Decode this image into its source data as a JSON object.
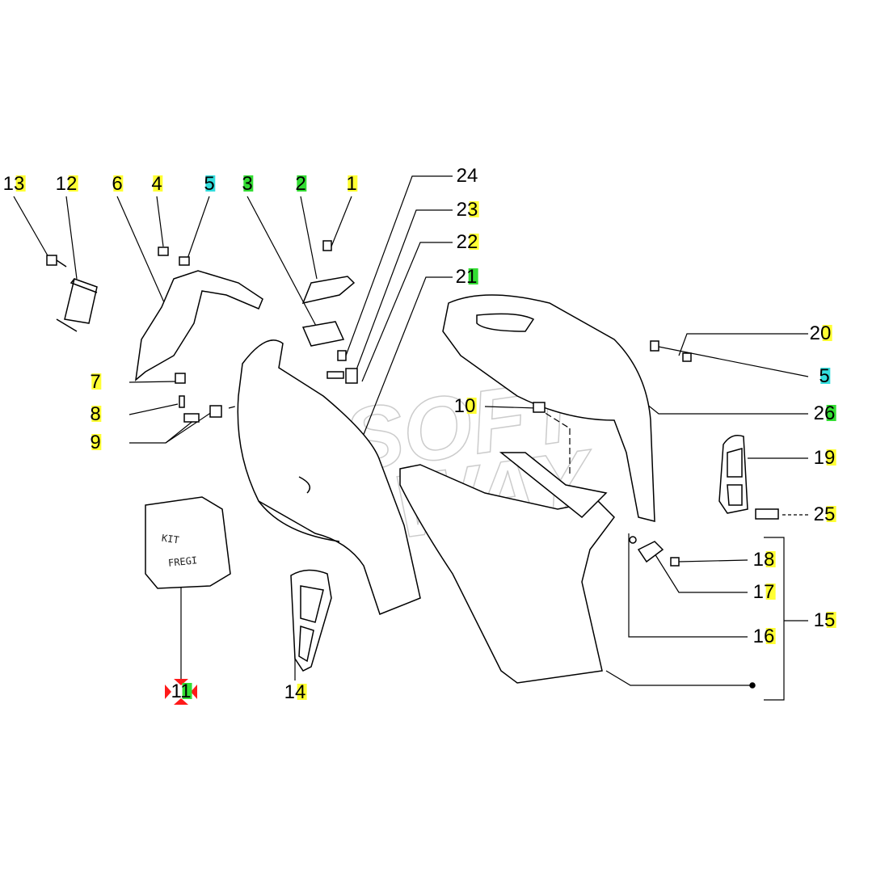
{
  "title": "Scooter front shield / leg-shield body parts exploded diagram",
  "colors": {
    "yellow": "#ffff33",
    "green": "#33dd33",
    "cyan": "#33dddd",
    "marker": "#ff1a1a"
  },
  "watermark": "SOFTWAY",
  "kit_bag": {
    "line1": "KIT",
    "line2": "FREGI"
  },
  "callouts": [
    {
      "id": "13",
      "hl": "yellow"
    },
    {
      "id": "12",
      "hl": "yellow"
    },
    {
      "id": "6",
      "hl": "yellow"
    },
    {
      "id": "4",
      "hl": "yellow"
    },
    {
      "id": "5",
      "hl": "cyan"
    },
    {
      "id": "3",
      "hl": "green"
    },
    {
      "id": "2",
      "hl": "green"
    },
    {
      "id": "1",
      "hl": "yellow"
    },
    {
      "id": "24",
      "hl": "none"
    },
    {
      "id": "23",
      "hl": "yellow"
    },
    {
      "id": "22",
      "hl": "yellow"
    },
    {
      "id": "21",
      "hl": "green"
    },
    {
      "id": "20",
      "hl": "yellow"
    },
    {
      "id": "5",
      "hl": "cyan"
    },
    {
      "id": "26",
      "hl": "green"
    },
    {
      "id": "19",
      "hl": "yellow"
    },
    {
      "id": "25",
      "hl": "yellow"
    },
    {
      "id": "18",
      "hl": "yellow"
    },
    {
      "id": "17",
      "hl": "yellow"
    },
    {
      "id": "16",
      "hl": "yellow"
    },
    {
      "id": "15",
      "hl": "yellow"
    },
    {
      "id": "7",
      "hl": "yellow"
    },
    {
      "id": "8",
      "hl": "yellow"
    },
    {
      "id": "9",
      "hl": "yellow"
    },
    {
      "id": "10",
      "hl": "yellow"
    },
    {
      "id": "14",
      "hl": "yellow"
    },
    {
      "id": "11",
      "hl": "green"
    }
  ]
}
